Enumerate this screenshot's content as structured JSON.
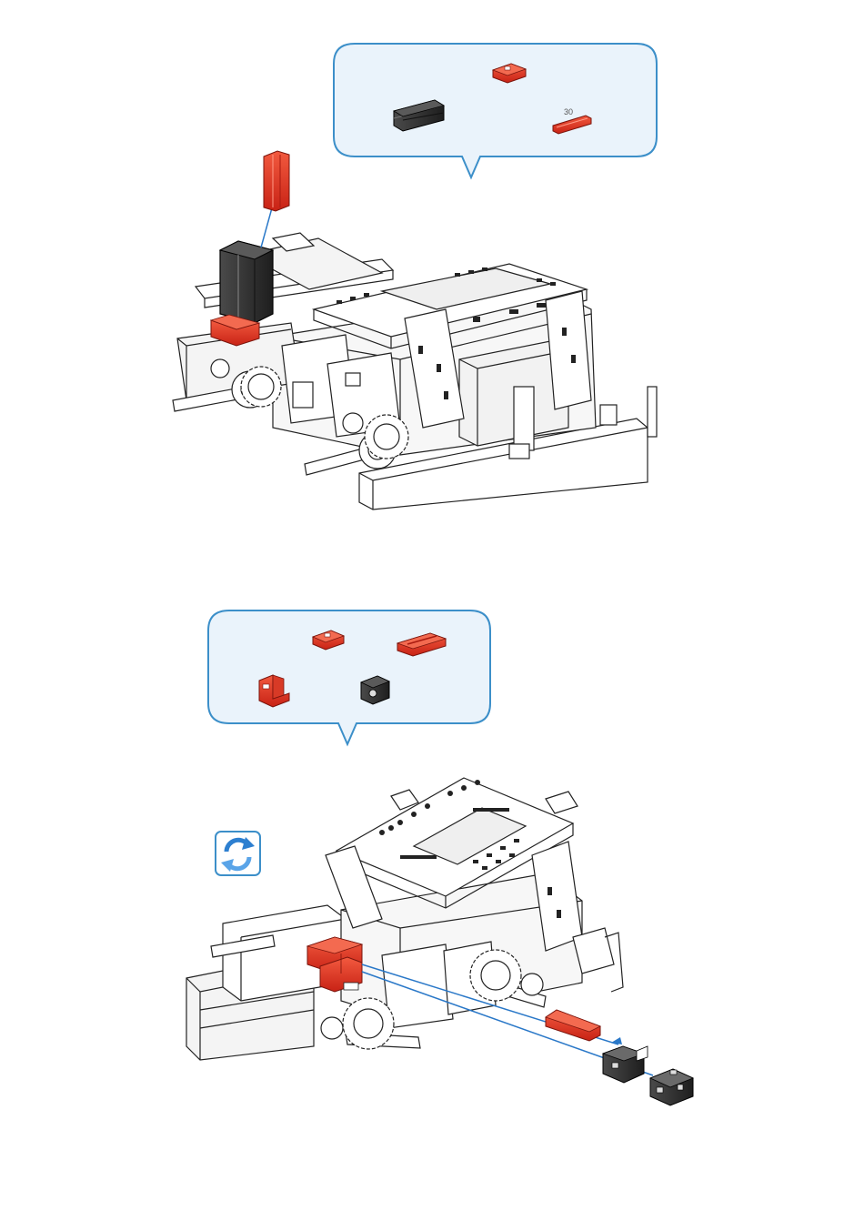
{
  "step1": {
    "parts_callout": {
      "parts": [
        {
          "name": "building-block-5-red",
          "color": "#e0301e"
        },
        {
          "name": "building-block-30-black-double",
          "color": "#2a2a2a"
        },
        {
          "name": "building-plate-30-red",
          "color": "#e0301e",
          "label": "30"
        }
      ]
    }
  },
  "step2": {
    "parts_callout": {
      "parts": [
        {
          "name": "building-block-5-red",
          "color": "#e0301e"
        },
        {
          "name": "building-plate-15x30-red",
          "color": "#e0301e"
        },
        {
          "name": "angle-block-red",
          "color": "#e0301e"
        },
        {
          "name": "building-block-15-black",
          "color": "#2a2a2a"
        }
      ]
    },
    "rotate_icon": "rotate-model-icon"
  },
  "colors": {
    "callout_border": "#3c8fc9",
    "callout_fill": "#eaf3fb",
    "accent_red": "#e0301e",
    "part_black": "#2a2a2a",
    "assembly_line": "#2a78c8"
  }
}
